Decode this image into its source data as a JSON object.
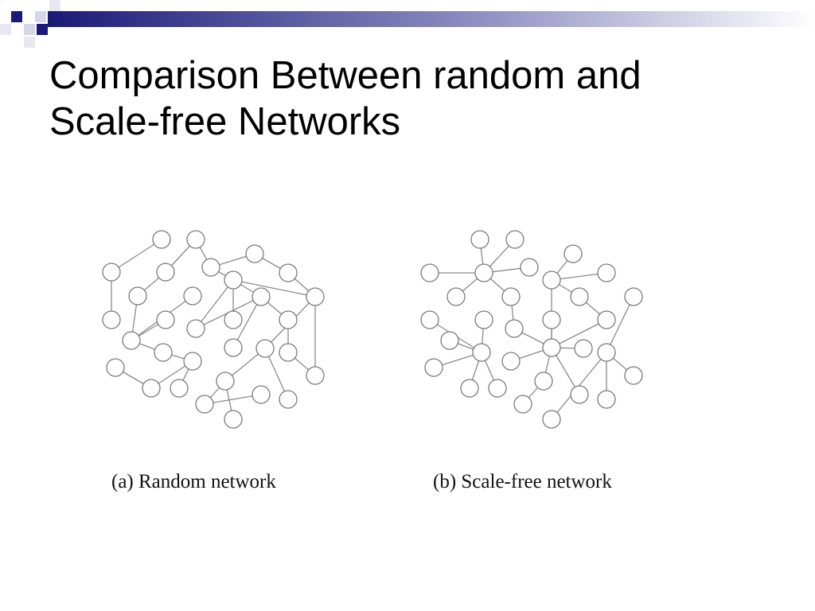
{
  "slide": {
    "title_line1": "Comparison Between random and",
    "title_line2": "Scale-free Networks"
  },
  "colors": {
    "banner_dark": "#1a1a78",
    "banner_light": "#e8e8f2",
    "node_fill": "#ffffff",
    "hub_fill": "#7a7a7a",
    "edge": "#8a8a8a"
  },
  "figures": [
    {
      "id": "random",
      "caption": "(a) Random network"
    },
    {
      "id": "scale-free",
      "caption": "(b) Scale-free network"
    }
  ]
}
